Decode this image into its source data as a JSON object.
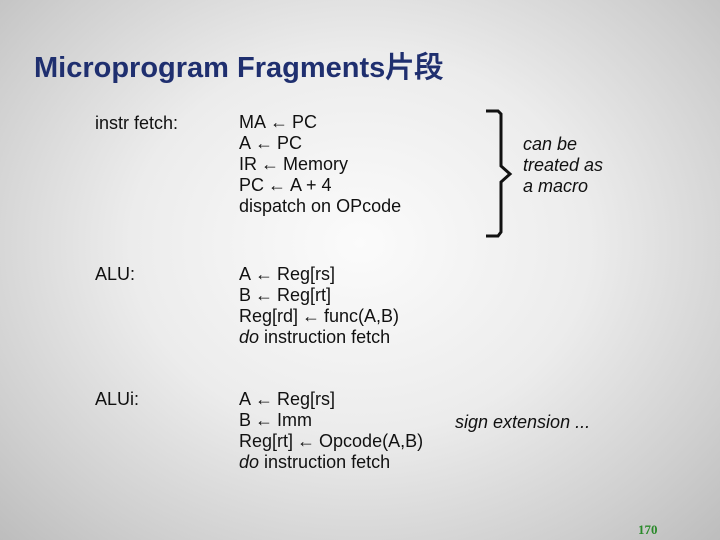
{
  "slide": {
    "title": "Microprogram Fragments片段",
    "page_number": "170"
  },
  "fragments": [
    {
      "label": "instr fetch:",
      "lines": [
        {
          "dest": "MA",
          "arrow": "←",
          "src": "PC"
        },
        {
          "dest": "A",
          "arrow": "←",
          "src": "PC"
        },
        {
          "dest": "IR",
          "arrow": "←",
          "src": "Memory"
        },
        {
          "dest": "PC",
          "arrow": "←",
          "src": "A + 4"
        },
        {
          "text": "dispatch on OPcode"
        }
      ]
    },
    {
      "label": "ALU:",
      "lines": [
        {
          "dest": "A",
          "arrow": "←",
          "src": "Reg[rs]"
        },
        {
          "dest": "B",
          "arrow": "←",
          "src": "Reg[rt]"
        },
        {
          "dest": "Reg[rd]",
          "arrow": "←",
          "src": "func(A,B)"
        },
        {
          "italic": "do",
          "text": "instruction fetch"
        }
      ]
    },
    {
      "label": "ALUi:",
      "lines": [
        {
          "dest": "A",
          "arrow": "←",
          "src": "Reg[rs]"
        },
        {
          "dest": "B",
          "arrow": "←",
          "src": "Imm"
        },
        {
          "dest": "Reg[rt]",
          "arrow": "←",
          "src": "Opcode(A,B)"
        },
        {
          "italic": "do",
          "text": "instruction fetch"
        }
      ]
    }
  ],
  "notes": {
    "macro": [
      "can be",
      "treated as",
      "a macro"
    ],
    "sign_extension": "sign extension ..."
  }
}
